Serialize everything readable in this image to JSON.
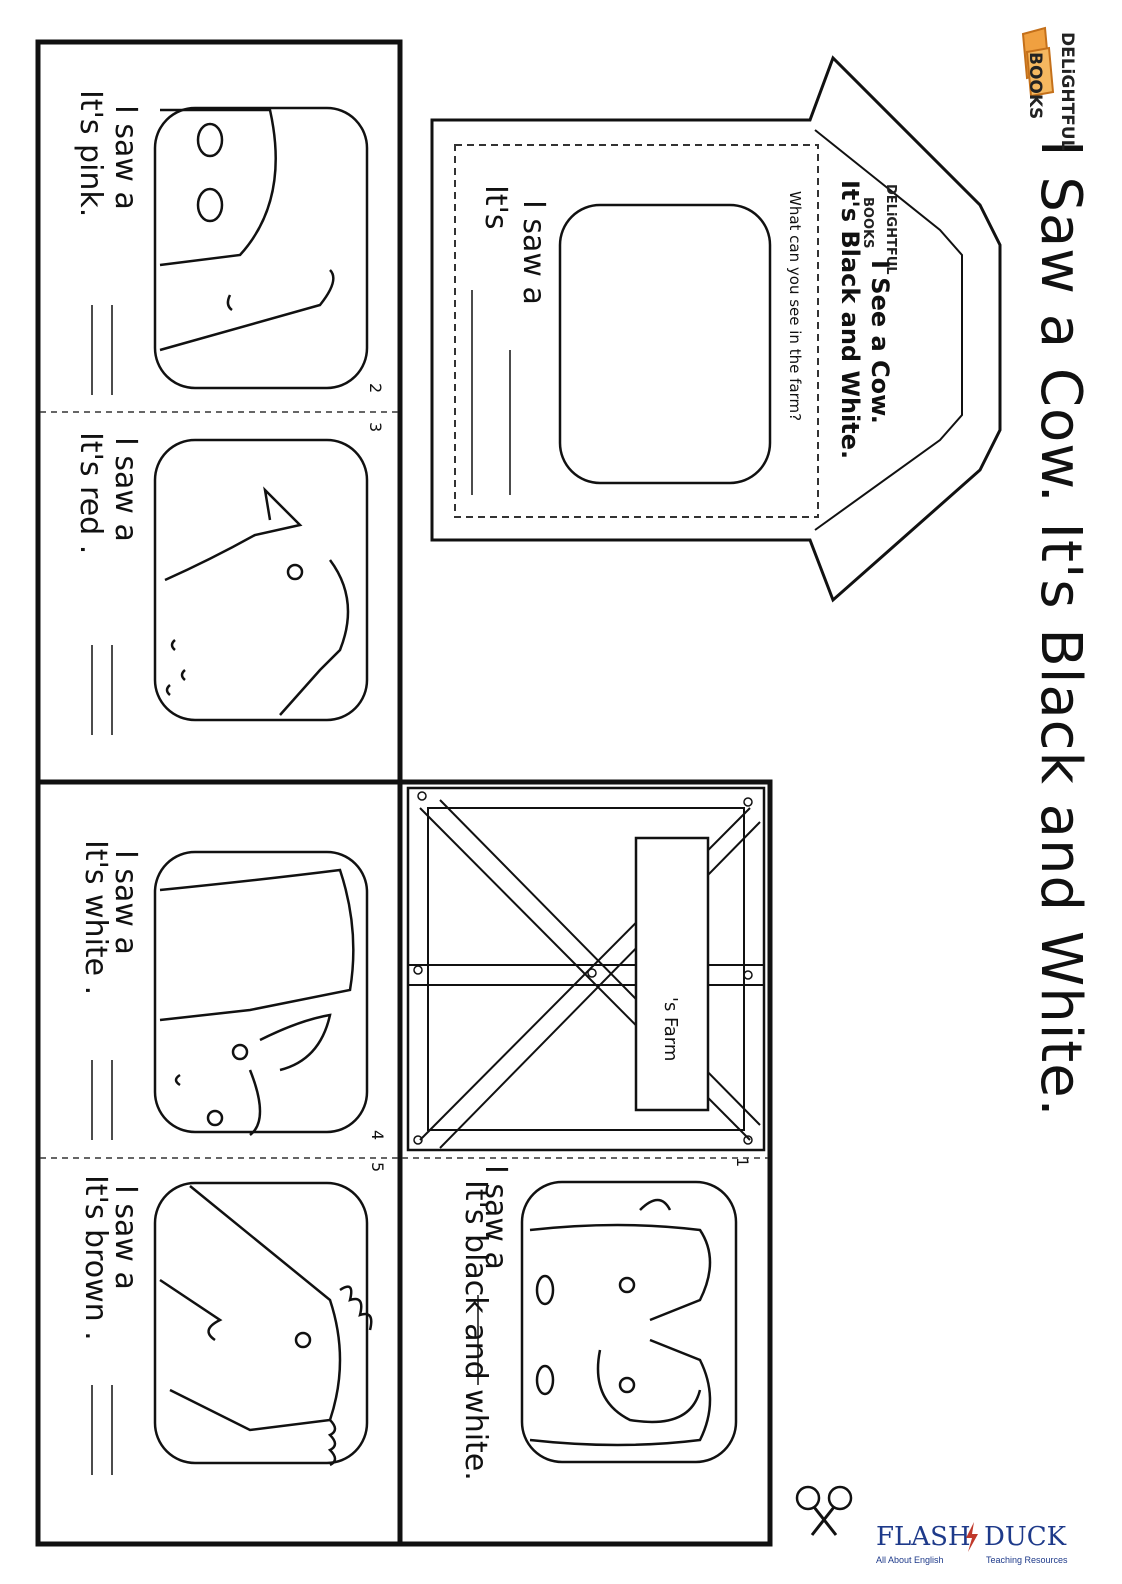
{
  "worksheet": {
    "title": "I Saw a Cow.  It's Black and White.",
    "logo_top": "DELiGHTFUL",
    "logo_bottom": "BOOKS"
  },
  "cover": {
    "logo_top": "DELiGHTFUL",
    "logo_bottom": "BOOKS",
    "title_line1": "I See a Cow.",
    "title_line2": "It's Black and White.",
    "question": "What can you see in the farm?",
    "line1": "I saw a",
    "line2": "It's"
  },
  "farm_sign": "'s Farm",
  "pages": [
    {
      "number": "1",
      "line1": "I saw a",
      "line2": "It's black and white.",
      "animal": "cow"
    },
    {
      "number": "2",
      "line1": "I saw a",
      "line2": "It's pink.",
      "animal": "pig"
    },
    {
      "number": "3",
      "line1": "I saw a",
      "line2": "It's red .",
      "animal": "rooster"
    },
    {
      "number": "4",
      "line1": "I saw a",
      "line2": "It's white .",
      "animal": "sheep"
    },
    {
      "number": "5",
      "line1": "I saw a",
      "line2": "It's brown .",
      "animal": "horse"
    }
  ],
  "brand": {
    "name_left": "FLASH",
    "name_right": "DUCK",
    "tagline_left": "All About English",
    "tagline_right": "Teaching Resources"
  },
  "colors": {
    "logo_book": "#f0a040",
    "brand_blue": "#1e3a8a",
    "brand_red": "#c0392b"
  }
}
